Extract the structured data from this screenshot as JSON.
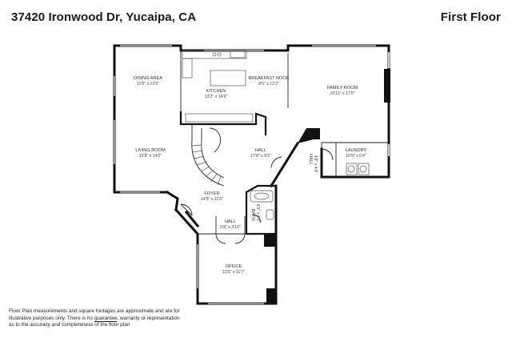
{
  "header": {
    "address": "37420 Ironwood Dr, Yucaipa, CA",
    "floor_label": "First Floor"
  },
  "rooms": {
    "dining": {
      "name": "DINING AREA",
      "dims": "11'6\" x 12'6\""
    },
    "kitchen": {
      "name": "KITCHEN",
      "dims": "13'2\" x 14'9\""
    },
    "nook": {
      "name": "BREAKFAST NOOK",
      "dims": "8'5\" x 12'2\""
    },
    "family": {
      "name": "FAMILY ROOM",
      "dims": "16'11\" x 17'0\""
    },
    "living": {
      "name": "LIVING ROOM",
      "dims": "13'8\" x 14'2\""
    },
    "hall_center": {
      "name": "HALL",
      "dims": "17'8\" x 9'3\""
    },
    "hall_side": {
      "name": "HALL",
      "dims": "4'8\" x 4'4\""
    },
    "laundry": {
      "name": "LAUNDRY",
      "dims": "10'9\" x 6'4\""
    },
    "foyer": {
      "name": "FOYER",
      "dims": "14'9\" x 11'6\""
    },
    "bath": {
      "name": "BATH",
      "dims": "6'5\" x 4'3\""
    },
    "hall_small": {
      "name": "HALL",
      "dims": "5'8\" x 3'10\""
    },
    "office": {
      "name": "OFFICE",
      "dims": "13'5\" x 11'7\""
    }
  },
  "disclaimer": {
    "line1": "Floor Plan measurements and square footages are approximate and are for",
    "line2_a": "illustrative purposes only. There is no ",
    "line2_u": "guarantee",
    "line2_b": ", warranty or representation",
    "line3": "as to the accuracy and completeness of the floor plan"
  }
}
